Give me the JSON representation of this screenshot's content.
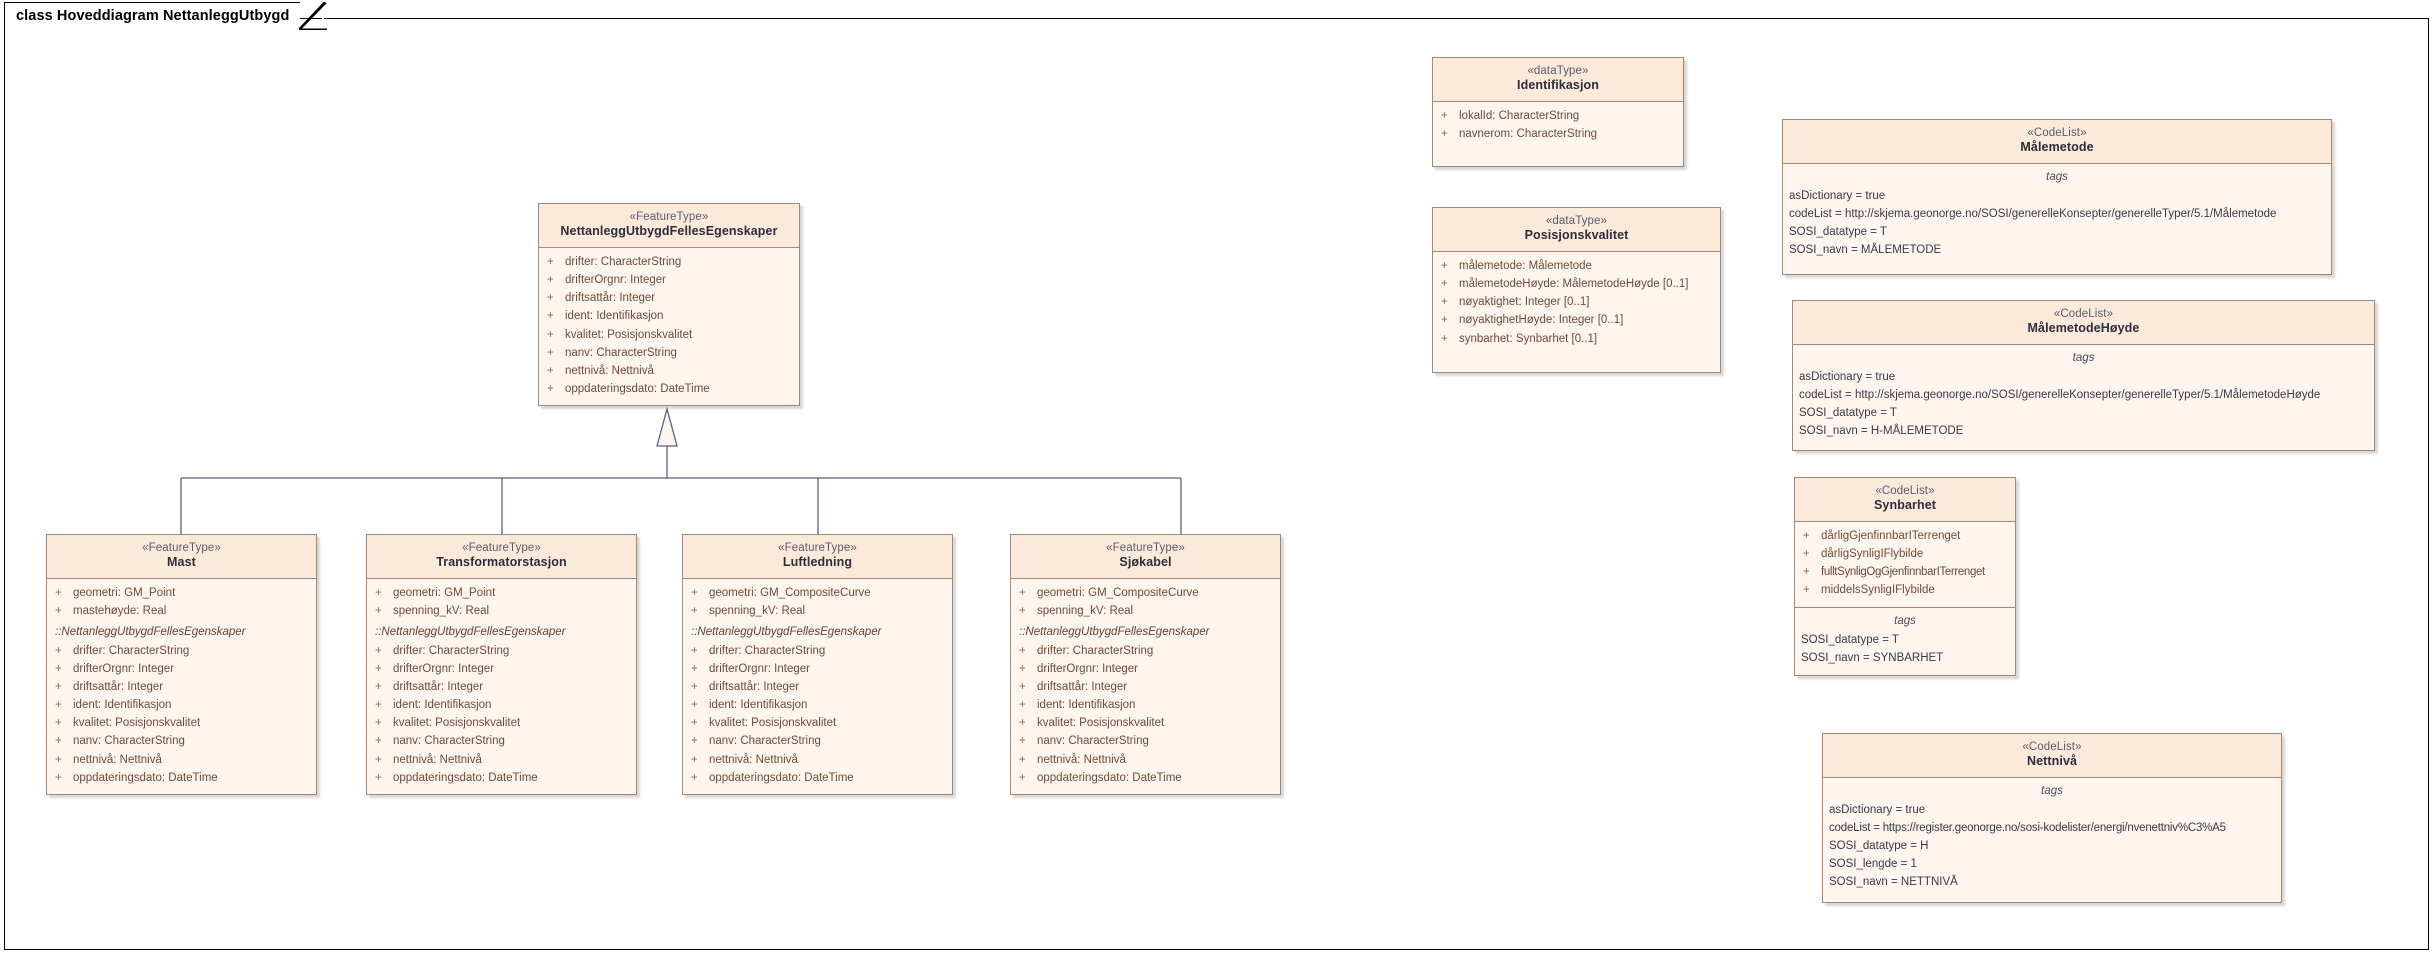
{
  "frame": {
    "title": "class Hoveddiagram NettanleggUtbygd"
  },
  "classes": {
    "nettanleggUtbygdFellesEgenskaper": {
      "stereotype": "«FeatureType»",
      "name": "NettanleggUtbygdFellesEgenskaper",
      "attributes": [
        {
          "visibility": "+",
          "text": "drifter: CharacterString"
        },
        {
          "visibility": "+",
          "text": "drifterOrgnr: Integer"
        },
        {
          "visibility": "+",
          "text": "driftsattår: Integer"
        },
        {
          "visibility": "+",
          "text": "ident: Identifikasjon"
        },
        {
          "visibility": "+",
          "text": "kvalitet: Posisjonskvalitet"
        },
        {
          "visibility": "+",
          "text": "nanv: CharacterString"
        },
        {
          "visibility": "+",
          "text": "nettnivå: Nettnivå"
        },
        {
          "visibility": "+",
          "text": "oppdateringsdato: DateTime"
        }
      ]
    },
    "mast": {
      "stereotype": "«FeatureType»",
      "name": "Mast",
      "ownAttributes": [
        {
          "visibility": "+",
          "text": "geometri: GM_Point"
        },
        {
          "visibility": "+",
          "text": "mastehøyde: Real"
        }
      ],
      "inheritedFrom": "::NettanleggUtbygdFellesEgenskaper",
      "inheritedAttributes": [
        {
          "visibility": "+",
          "text": "drifter: CharacterString"
        },
        {
          "visibility": "+",
          "text": "drifterOrgnr: Integer"
        },
        {
          "visibility": "+",
          "text": "driftsattår: Integer"
        },
        {
          "visibility": "+",
          "text": "ident: Identifikasjon"
        },
        {
          "visibility": "+",
          "text": "kvalitet: Posisjonskvalitet"
        },
        {
          "visibility": "+",
          "text": "nanv: CharacterString"
        },
        {
          "visibility": "+",
          "text": "nettnivå: Nettnivå"
        },
        {
          "visibility": "+",
          "text": "oppdateringsdato: DateTime"
        }
      ]
    },
    "transformatorstasjon": {
      "stereotype": "«FeatureType»",
      "name": "Transformatorstasjon",
      "ownAttributes": [
        {
          "visibility": "+",
          "text": "geometri: GM_Point"
        },
        {
          "visibility": "+",
          "text": "spenning_kV: Real"
        }
      ],
      "inheritedFrom": "::NettanleggUtbygdFellesEgenskaper",
      "inheritedAttributes": [
        {
          "visibility": "+",
          "text": "drifter: CharacterString"
        },
        {
          "visibility": "+",
          "text": "drifterOrgnr: Integer"
        },
        {
          "visibility": "+",
          "text": "driftsattår: Integer"
        },
        {
          "visibility": "+",
          "text": "ident: Identifikasjon"
        },
        {
          "visibility": "+",
          "text": "kvalitet: Posisjonskvalitet"
        },
        {
          "visibility": "+",
          "text": "nanv: CharacterString"
        },
        {
          "visibility": "+",
          "text": "nettnivå: Nettnivå"
        },
        {
          "visibility": "+",
          "text": "oppdateringsdato: DateTime"
        }
      ]
    },
    "luftledning": {
      "stereotype": "«FeatureType»",
      "name": "Luftledning",
      "ownAttributes": [
        {
          "visibility": "+",
          "text": "geometri: GM_CompositeCurve"
        },
        {
          "visibility": "+",
          "text": "spenning_kV: Real"
        }
      ],
      "inheritedFrom": "::NettanleggUtbygdFellesEgenskaper",
      "inheritedAttributes": [
        {
          "visibility": "+",
          "text": "drifter: CharacterString"
        },
        {
          "visibility": "+",
          "text": "drifterOrgnr: Integer"
        },
        {
          "visibility": "+",
          "text": "driftsattår: Integer"
        },
        {
          "visibility": "+",
          "text": "ident: Identifikasjon"
        },
        {
          "visibility": "+",
          "text": "kvalitet: Posisjonskvalitet"
        },
        {
          "visibility": "+",
          "text": "nanv: CharacterString"
        },
        {
          "visibility": "+",
          "text": "nettnivå: Nettnivå"
        },
        {
          "visibility": "+",
          "text": "oppdateringsdato: DateTime"
        }
      ]
    },
    "sjokabel": {
      "stereotype": "«FeatureType»",
      "name": "Sjøkabel",
      "ownAttributes": [
        {
          "visibility": "+",
          "text": "geometri: GM_CompositeCurve"
        },
        {
          "visibility": "+",
          "text": "spenning_kV: Real"
        }
      ],
      "inheritedFrom": "::NettanleggUtbygdFellesEgenskaper",
      "inheritedAttributes": [
        {
          "visibility": "+",
          "text": "drifter: CharacterString"
        },
        {
          "visibility": "+",
          "text": "drifterOrgnr: Integer"
        },
        {
          "visibility": "+",
          "text": "driftsattår: Integer"
        },
        {
          "visibility": "+",
          "text": "ident: Identifikasjon"
        },
        {
          "visibility": "+",
          "text": "kvalitet: Posisjonskvalitet"
        },
        {
          "visibility": "+",
          "text": "nanv: CharacterString"
        },
        {
          "visibility": "+",
          "text": "nettnivå: Nettnivå"
        },
        {
          "visibility": "+",
          "text": "oppdateringsdato: DateTime"
        }
      ]
    },
    "identifikasjon": {
      "stereotype": "«dataType»",
      "name": "Identifikasjon",
      "attributes": [
        {
          "visibility": "+",
          "text": "lokalId: CharacterString"
        },
        {
          "visibility": "+",
          "text": "navnerom: CharacterString"
        }
      ]
    },
    "posisjonskvalitet": {
      "stereotype": "«dataType»",
      "name": "Posisjonskvalitet",
      "attributes": [
        {
          "visibility": "+",
          "text": "målemetode: Målemetode"
        },
        {
          "visibility": "+",
          "text": "målemetodeHøyde: MålemetodeHøyde [0..1]"
        },
        {
          "visibility": "+",
          "text": "nøyaktighet: Integer [0..1]"
        },
        {
          "visibility": "+",
          "text": "nøyaktighetHøyde: Integer [0..1]"
        },
        {
          "visibility": "+",
          "text": "synbarhet: Synbarhet [0..1]"
        }
      ]
    },
    "malemetode": {
      "stereotype": "«CodeList»",
      "name": "Målemetode",
      "tagsTitle": "tags",
      "tags": [
        "asDictionary = true",
        "codeList = http://skjema.geonorge.no/SOSI/generelleKonsepter/generelleTyper/5.1/Målemetode",
        "SOSI_datatype = T",
        "SOSI_navn = MÅLEMETODE"
      ]
    },
    "malemetodeHoyde": {
      "stereotype": "«CodeList»",
      "name": "MålemetodeHøyde",
      "tagsTitle": "tags",
      "tags": [
        "asDictionary = true",
        "codeList = http://skjema.geonorge.no/SOSI/generelleKonsepter/generelleTyper/5.1/MålemetodeHøyde",
        "SOSI_datatype = T",
        "SOSI_navn = H-MÅLEMETODE"
      ]
    },
    "synbarhet": {
      "stereotype": "«CodeList»",
      "name": "Synbarhet",
      "attributes": [
        {
          "visibility": "+",
          "text": "dårligGjenfinnbarITerrenget"
        },
        {
          "visibility": "+",
          "text": "dårligSynligIFlybilde"
        },
        {
          "visibility": "+",
          "text": "fulltSynligOgGjenfinnbarITerrenget"
        },
        {
          "visibility": "+",
          "text": "middelsSynligIFlybilde"
        }
      ],
      "tagsTitle": "tags",
      "tags": [
        "SOSI_datatype = T",
        "SOSI_navn = SYNBARHET"
      ]
    },
    "nettniva": {
      "stereotype": "«CodeList»",
      "name": "Nettnivå",
      "tagsTitle": "tags",
      "tags": [
        "asDictionary = true",
        "codeList = https://register.geonorge.no/sosi-kodelister/energi/nvenettniv%C3%A5",
        "SOSI_datatype = H",
        "SOSI_lengde = 1",
        "SOSI_navn = NETTNIVÅ"
      ]
    }
  },
  "colors": {
    "header_fill": "#fbeada",
    "body_fill": "#fdf5ee",
    "box_border": "#a08878",
    "attribute_text": "#6d4b3b",
    "connector": "#5a5f86",
    "frame_border": "#000000"
  }
}
